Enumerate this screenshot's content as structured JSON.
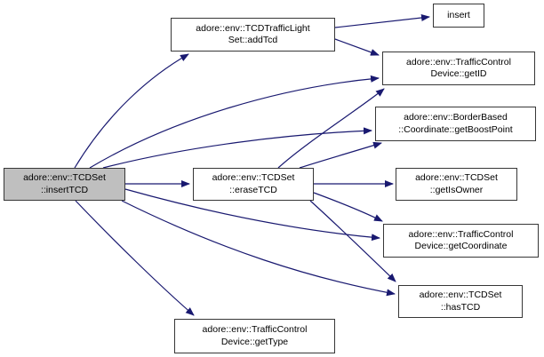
{
  "graph": {
    "kind": "doxygen-call-graph",
    "root_function": "adore::env::TCDSet::insertTCD",
    "colors": {
      "edge": "#191970",
      "node_border": "#373737",
      "node_fill": "#ffffff",
      "highlight_fill": "#bfbfbf",
      "text": "#000000",
      "background": "#ffffff"
    },
    "nodes": [
      {
        "id": "insertTCD",
        "line1": "adore::env::TCDSet",
        "line2": "::insertTCD",
        "highlighted": true
      },
      {
        "id": "addTcd",
        "line1": "adore::env::TCDTrafficLight",
        "line2": "Set::addTcd",
        "highlighted": false
      },
      {
        "id": "insert",
        "line1": "insert",
        "line2": "",
        "highlighted": false
      },
      {
        "id": "getID",
        "line1": "adore::env::TrafficControl",
        "line2": "Device::getID",
        "highlighted": false
      },
      {
        "id": "getBoostPoint",
        "line1": "adore::env::BorderBased",
        "line2": "::Coordinate::getBoostPoint",
        "highlighted": false
      },
      {
        "id": "eraseTCD",
        "line1": "adore::env::TCDSet",
        "line2": "::eraseTCD",
        "highlighted": false
      },
      {
        "id": "getIsOwner",
        "line1": "adore::env::TCDSet",
        "line2": "::getIsOwner",
        "highlighted": false
      },
      {
        "id": "getCoordinate",
        "line1": "adore::env::TrafficControl",
        "line2": "Device::getCoordinate",
        "highlighted": false
      },
      {
        "id": "hasTCD",
        "line1": "adore::env::TCDSet",
        "line2": "::hasTCD",
        "highlighted": false
      },
      {
        "id": "getType",
        "line1": "adore::env::TrafficControl",
        "line2": "Device::getType",
        "highlighted": false
      }
    ],
    "edges": [
      {
        "from": "insertTCD",
        "to": "addTcd"
      },
      {
        "from": "insertTCD",
        "to": "getID"
      },
      {
        "from": "insertTCD",
        "to": "getBoostPoint"
      },
      {
        "from": "insertTCD",
        "to": "eraseTCD"
      },
      {
        "from": "insertTCD",
        "to": "getCoordinate"
      },
      {
        "from": "insertTCD",
        "to": "hasTCD"
      },
      {
        "from": "insertTCD",
        "to": "getType"
      },
      {
        "from": "addTcd",
        "to": "insert"
      },
      {
        "from": "addTcd",
        "to": "getID"
      },
      {
        "from": "eraseTCD",
        "to": "getID"
      },
      {
        "from": "eraseTCD",
        "to": "getBoostPoint"
      },
      {
        "from": "eraseTCD",
        "to": "getIsOwner"
      },
      {
        "from": "eraseTCD",
        "to": "getCoordinate"
      },
      {
        "from": "eraseTCD",
        "to": "hasTCD"
      }
    ]
  }
}
